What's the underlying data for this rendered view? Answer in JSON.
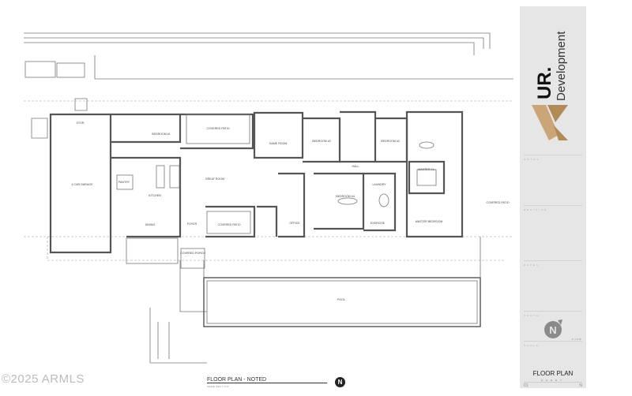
{
  "watermark": "©2025 ARMLS",
  "plan": {
    "title": "FLOOR PLAN - NOTED",
    "scale_note": "SCALE: 3/16\" = 1'-0\"",
    "rooms": {
      "garage": "4 CAR GARAGE",
      "storage": "STOR.",
      "bedroom1": "BEDROOM #1",
      "kitchen": "KITCHEN",
      "pantry": "PANTRY",
      "dining": "DINING",
      "foyer": "FOYER",
      "great_room": "GREAT ROOM",
      "covered_patio": "COVERED PATIO",
      "covered_porch": "COVERED PORCH",
      "game_room": "GAME ROOM",
      "bedroom2": "BEDROOM #2",
      "bedroom3": "BEDROOM #3",
      "bedroom4": "BEDROOM #4",
      "hall": "HALL",
      "laundry": "LAUNDRY",
      "office": "OFFICE",
      "exercise": "EXERCISE",
      "master_closet": "MASTER CL.",
      "master_bedroom": "MASTER BEDROOM",
      "pool": "POOL"
    }
  },
  "titleblock": {
    "brand_mark": "UR.",
    "brand_name": "Development",
    "notes_label": "NOTES:",
    "revision_label": "REVISION",
    "dates_label": "DATES",
    "north_label": "NORTH",
    "scale_label": "SCALE:",
    "scale_value": "1\" = 1'-0\"",
    "sheet_title": "FLOOR PLAN",
    "sheet_label": "SHEET",
    "sheet_number": "01",
    "sheet_suffix": "N",
    "logo_color": "#b8935f"
  }
}
